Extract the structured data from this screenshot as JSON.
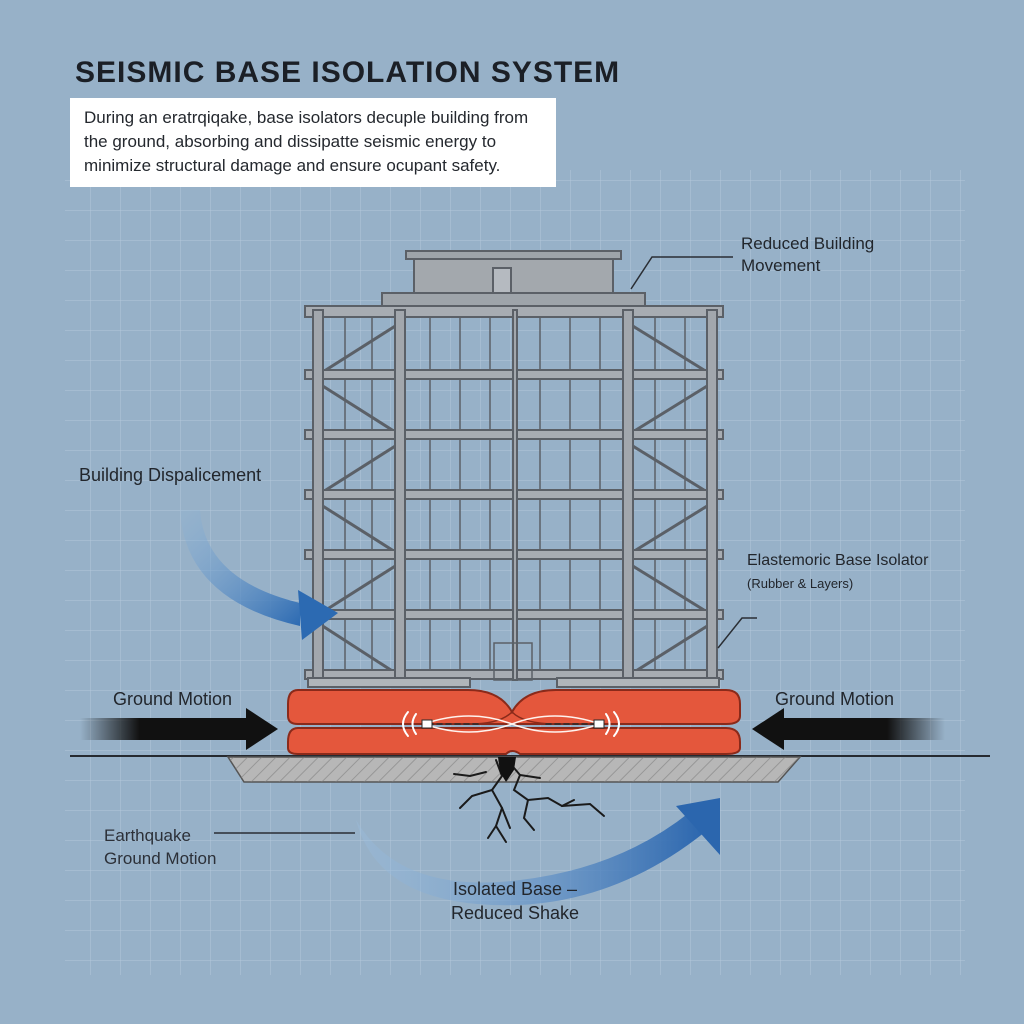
{
  "title": "SEISMIC BASE ISOLATION SYSTEM",
  "intro": {
    "lines": [
      "During an eratrqiqake, base isolators decuple building from",
      "the ground, absorbing and dissipatte seismic energy to",
      "minimize structural damage and ensure ocupant safety."
    ]
  },
  "labels": {
    "reduced_movement": [
      "Reduced Building",
      "Movement"
    ],
    "building_displacement": "Building Dispalicement",
    "isolator": {
      "title": "Elastemoric Base Isolator",
      "subtitle": "(Rubber & Layers)"
    },
    "ground_motion_left": "Ground Motion",
    "ground_motion_right": "Ground Motion",
    "earthquake": [
      "Earthquake",
      "Ground Motion"
    ],
    "isolated_base": [
      "Isolated Base –",
      "Reduced Shake"
    ]
  },
  "colors": {
    "background": "#97b1c8",
    "grid": "#b3c8da",
    "frame": "#5b6067",
    "isolator": "#e4573c",
    "arrow_blue": "#2f6db5",
    "arrow_black": "#111111",
    "ground": "#a9a9a9"
  }
}
